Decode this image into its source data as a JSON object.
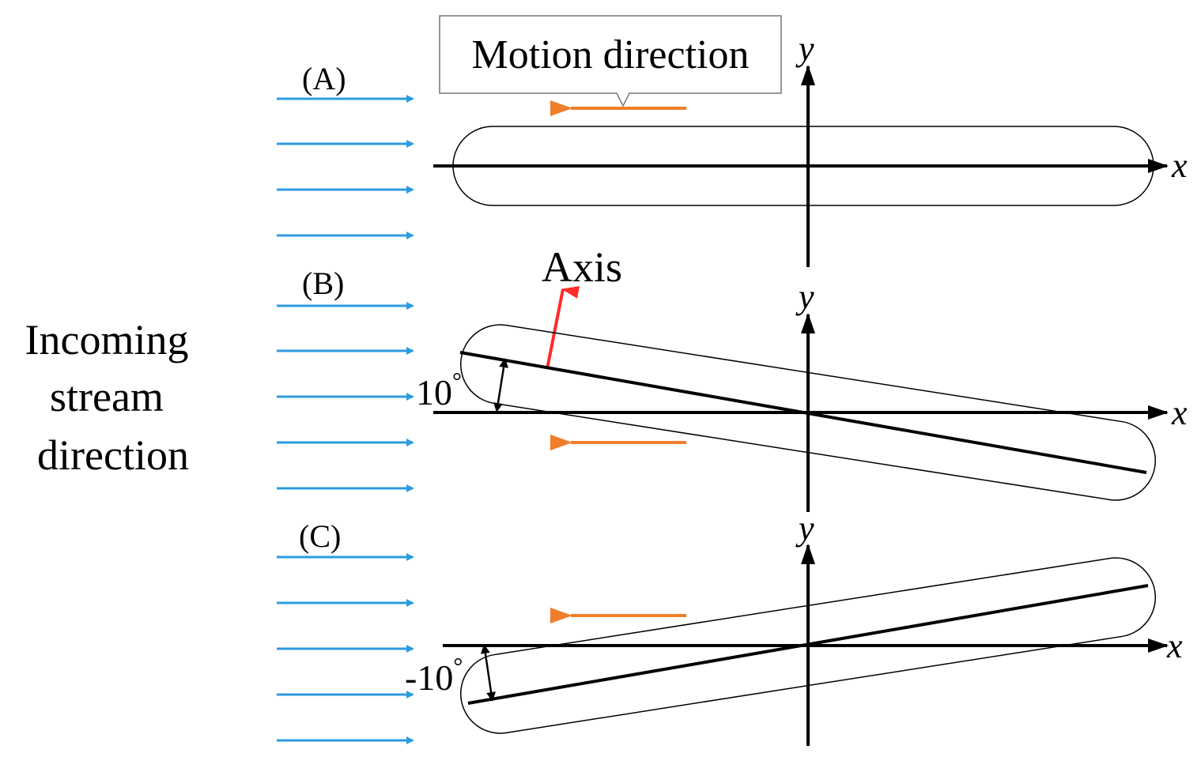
{
  "stream_label": [
    "Incoming",
    "stream",
    "direction"
  ],
  "callout_text": "Motion direction",
  "axis_annotation": "Axis",
  "axis_x": "x",
  "axis_y": "y",
  "panels": [
    {
      "label": "(A)",
      "angle_label": ""
    },
    {
      "label": "(B)",
      "angle_label": "10"
    },
    {
      "label": "(C)",
      "angle_label": "-10"
    }
  ],
  "degree_symbol": "°",
  "colors": {
    "stream_arrow": "#2e9be0",
    "motion_arrow": "#f07e2a",
    "axis_arrow": "#ff2a2a",
    "ink": "#000000"
  }
}
